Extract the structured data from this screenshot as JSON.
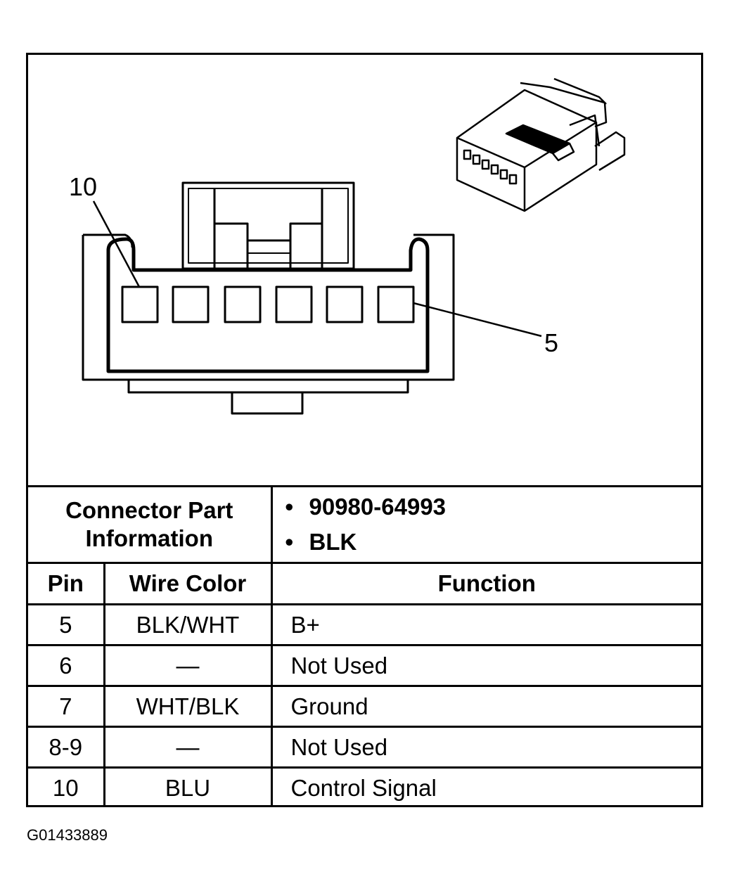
{
  "diagram": {
    "label_left": "10",
    "label_right": "5"
  },
  "connector_info": {
    "label_line1": "Connector Part",
    "label_line2": "Information",
    "bullets": [
      "90980-64993",
      "BLK"
    ]
  },
  "table": {
    "headers": [
      "Pin",
      "Wire Color",
      "Function"
    ],
    "rows": [
      {
        "pin": "5",
        "wire": "BLK/WHT",
        "func": "B+"
      },
      {
        "pin": "6",
        "wire": "—",
        "func": "Not Used"
      },
      {
        "pin": "7",
        "wire": "WHT/BLK",
        "func": "Ground"
      },
      {
        "pin": "8-9",
        "wire": "—",
        "func": "Not Used"
      },
      {
        "pin": "10",
        "wire": "BLU",
        "func": "Control Signal"
      }
    ]
  },
  "figure_id": "G01433889"
}
